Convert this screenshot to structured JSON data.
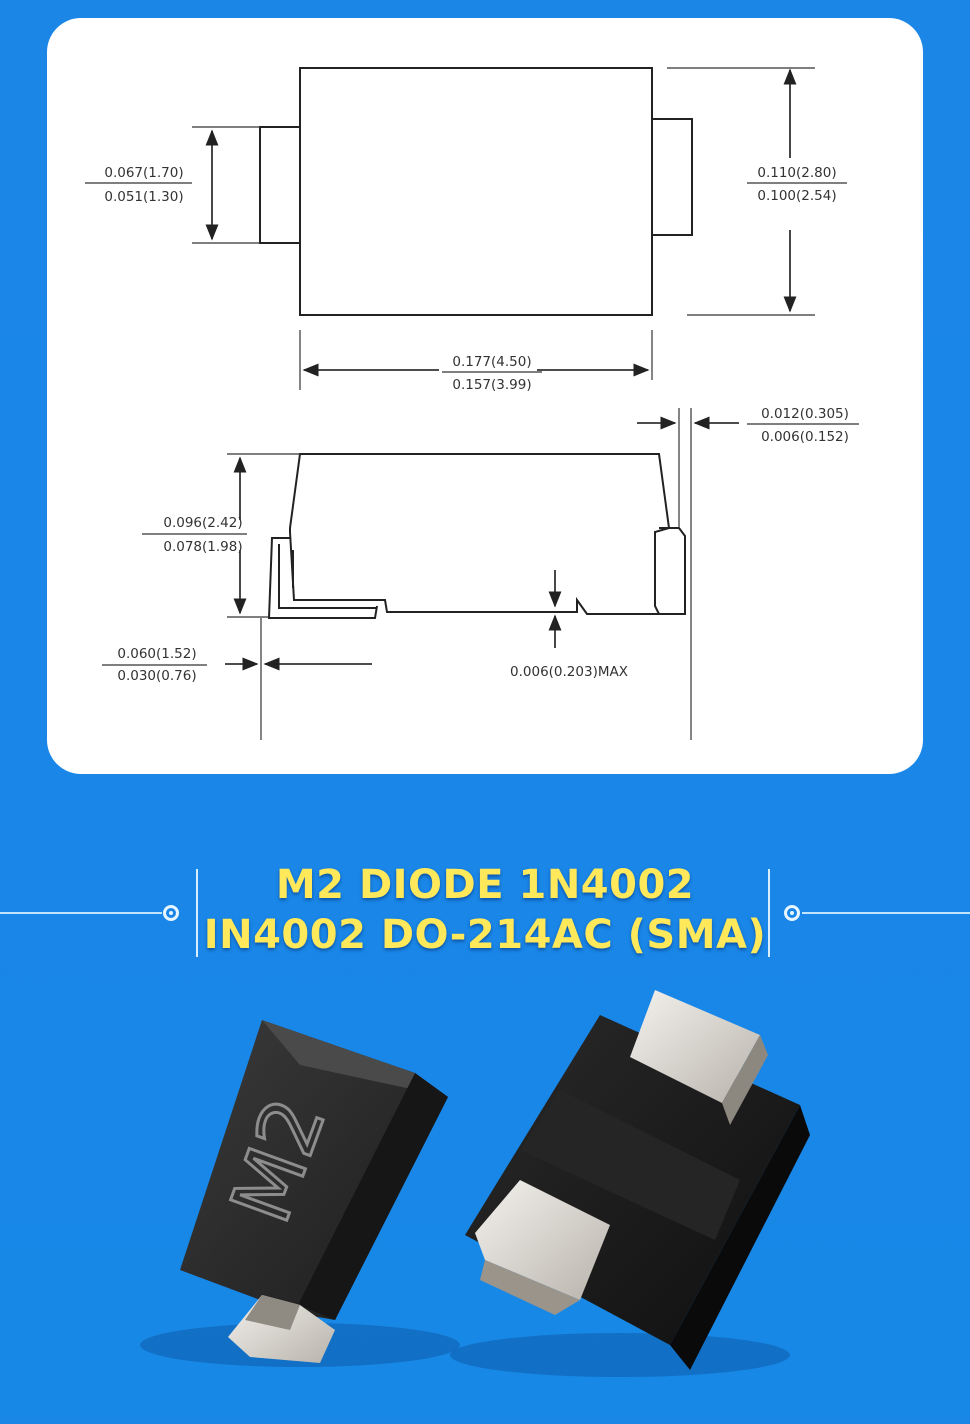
{
  "diagram": {
    "top_view": {
      "lead_height": {
        "upper": "0.067(1.70)",
        "lower": "0.051(1.30)"
      },
      "body_height": {
        "upper": "0.110(2.80)",
        "lower": "0.100(2.54)"
      },
      "body_length": {
        "upper": "0.177(4.50)",
        "lower": "0.157(3.99)"
      }
    },
    "side_view": {
      "lead_thickness": {
        "upper": "0.012(0.305)",
        "lower": "0.006(0.152)"
      },
      "overall_height": {
        "upper": "0.096(2.42)",
        "lower": "0.078(1.98)"
      },
      "lead_length": {
        "upper": "0.060(1.52)",
        "lower": "0.030(0.76)"
      },
      "standoff": "0.006(0.203)MAX"
    }
  },
  "title": {
    "line1": "M2 DIODE 1N4002",
    "line2": "IN4002 DO-214AC (SMA)"
  },
  "photo": {
    "marking": "M2"
  },
  "colors": {
    "background": "#1a86e8",
    "title_text": "#ffe85a",
    "card": "#ffffff"
  }
}
